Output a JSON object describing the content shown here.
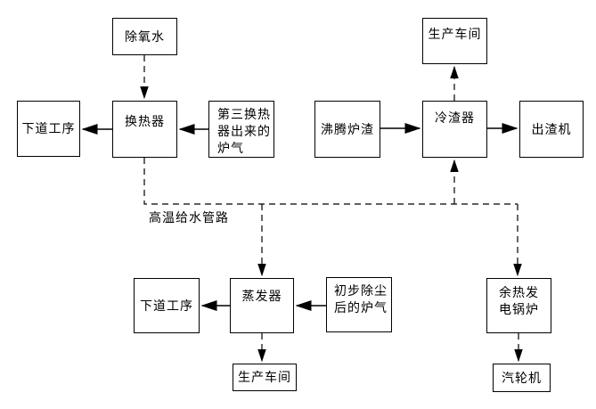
{
  "diagram": {
    "background_color": "#ffffff",
    "line_color": "#000000",
    "pipe_label": "高温给水管路",
    "nodes": [
      {
        "id": "deaerated-water",
        "label": "除氧水"
      },
      {
        "id": "next-process-top",
        "label": "下道工序"
      },
      {
        "id": "heat-exchanger",
        "label": "换热器"
      },
      {
        "id": "third-exchanger-gas",
        "label": "第三换热器出来的炉气"
      },
      {
        "id": "production-workshop-top",
        "label": "生产车间"
      },
      {
        "id": "boiling-slag",
        "label": "沸腾炉渣"
      },
      {
        "id": "slag-cooler",
        "label": "冷渣器"
      },
      {
        "id": "slag-discharger",
        "label": "出渣机"
      },
      {
        "id": "next-process-bottom",
        "label": "下道工序"
      },
      {
        "id": "evaporator",
        "label": "蒸发器"
      },
      {
        "id": "dedusted-gas",
        "label": "初步除尘后的炉气"
      },
      {
        "id": "waste-heat-boiler",
        "label": "余热发电锅炉"
      },
      {
        "id": "production-workshop-bottom",
        "label": "生产车间"
      },
      {
        "id": "steam-turbine",
        "label": "汽轮机"
      }
    ],
    "edges": [
      {
        "from": "deaerated-water",
        "to": "heat-exchanger",
        "style": "dashed"
      },
      {
        "from": "third-exchanger-gas",
        "to": "heat-exchanger",
        "style": "solid"
      },
      {
        "from": "heat-exchanger",
        "to": "next-process-top",
        "style": "solid"
      },
      {
        "from": "boiling-slag",
        "to": "slag-cooler",
        "style": "solid"
      },
      {
        "from": "slag-cooler",
        "to": "slag-discharger",
        "style": "solid"
      },
      {
        "from": "slag-cooler",
        "to": "production-workshop-top",
        "style": "dashed"
      },
      {
        "from": "heat-exchanger",
        "to": "evaporator",
        "style": "dashed",
        "via": "high-temp-feedwater-pipe"
      },
      {
        "from": "heat-exchanger",
        "to": "slag-cooler",
        "style": "dashed",
        "via": "high-temp-feedwater-pipe"
      },
      {
        "from": "heat-exchanger",
        "to": "waste-heat-boiler",
        "style": "dashed",
        "via": "high-temp-feedwater-pipe"
      },
      {
        "from": "dedusted-gas",
        "to": "evaporator",
        "style": "solid"
      },
      {
        "from": "evaporator",
        "to": "next-process-bottom",
        "style": "solid"
      },
      {
        "from": "evaporator",
        "to": "production-workshop-bottom",
        "style": "dashed"
      },
      {
        "from": "waste-heat-boiler",
        "to": "steam-turbine",
        "style": "dashed"
      }
    ]
  }
}
